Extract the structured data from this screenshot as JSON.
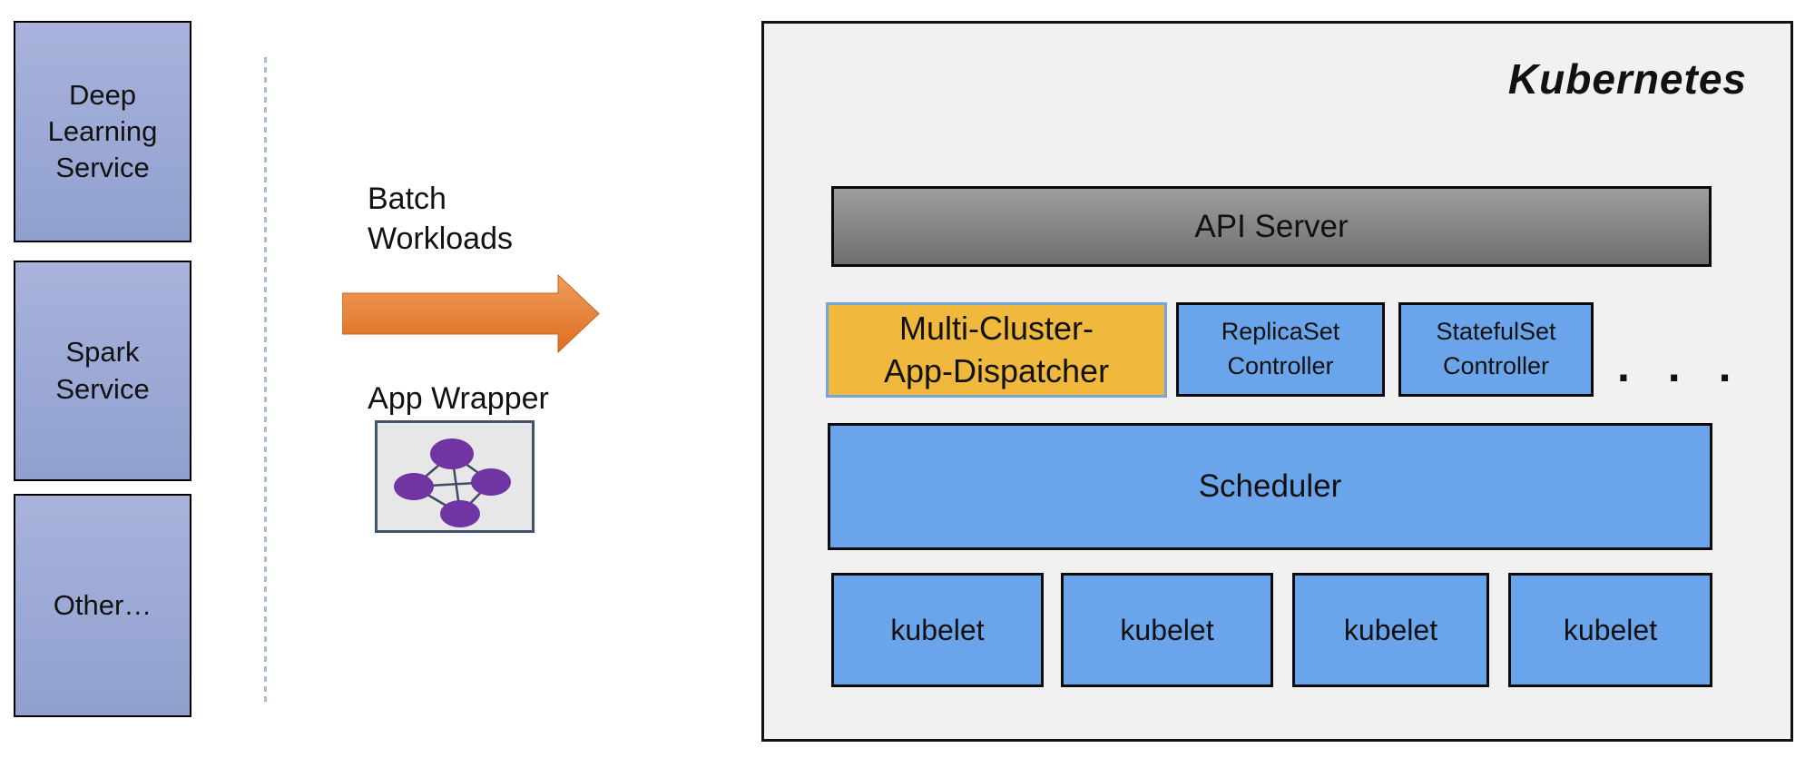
{
  "left_panel": {
    "services": [
      {
        "label": "Deep\nLearning\nService"
      },
      {
        "label": "Spark\nService"
      },
      {
        "label": "Other…"
      }
    ]
  },
  "flow": {
    "batch_workloads_label": "Batch\nWorkloads",
    "app_wrapper_label": "App Wrapper",
    "app_wrapper_icon": "graph-network-icon"
  },
  "kubernetes": {
    "title": "Kubernetes",
    "api_server_label": "API Server",
    "dispatcher_label": "Multi-Cluster-\nApp-Dispatcher",
    "controllers": [
      {
        "label": "ReplicaSet\nController"
      },
      {
        "label": "StatefulSet\nController"
      }
    ],
    "more_controllers": ". . .",
    "scheduler_label": "Scheduler",
    "kubelets": [
      "kubelet",
      "kubelet",
      "kubelet",
      "kubelet"
    ]
  },
  "colors": {
    "service_box_top": "#A9B3DC",
    "service_box_bottom": "#90A0CE",
    "divider_blue": "#A9BDD9",
    "arrow_orange_top": "#F09C5E",
    "arrow_orange_bottom": "#DD6E1E",
    "arrow_orange_edge": "#C8641E",
    "mcad_fill": "#F0B83D",
    "mcad_border": "#76A3DC",
    "k8s_blue": "#6AA4EA",
    "k8s_bg": "#F1F1F1",
    "api_gray_top": "#9D9D9D",
    "api_gray_bottom": "#6F6F6F",
    "icon_purple": "#7134A3",
    "icon_line": "#3F4E63"
  }
}
